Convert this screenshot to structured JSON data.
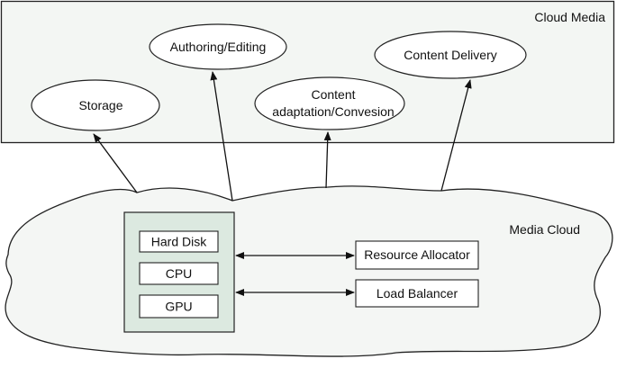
{
  "colors": {
    "background": "#ffffff",
    "cloud_media_fill": "#f3f6f3",
    "media_cloud_fill": "#f4f6f4",
    "hardware_panel_fill": "#dce9e0",
    "stroke": "#222222",
    "arrow": "#111111"
  },
  "cloud_media": {
    "label": "Cloud Media",
    "services": {
      "storage": "Storage",
      "authoring": "Authoring/Editing",
      "adaptation_line1": "Content",
      "adaptation_line2": "adaptation/Convesion",
      "delivery": "Content Delivery"
    }
  },
  "media_cloud": {
    "label": "Media Cloud",
    "hardware": {
      "hard_disk": "Hard Disk",
      "cpu": "CPU",
      "gpu": "GPU"
    },
    "managers": {
      "resource_allocator": "Resource Allocator",
      "load_balancer": "Load Balancer"
    }
  }
}
